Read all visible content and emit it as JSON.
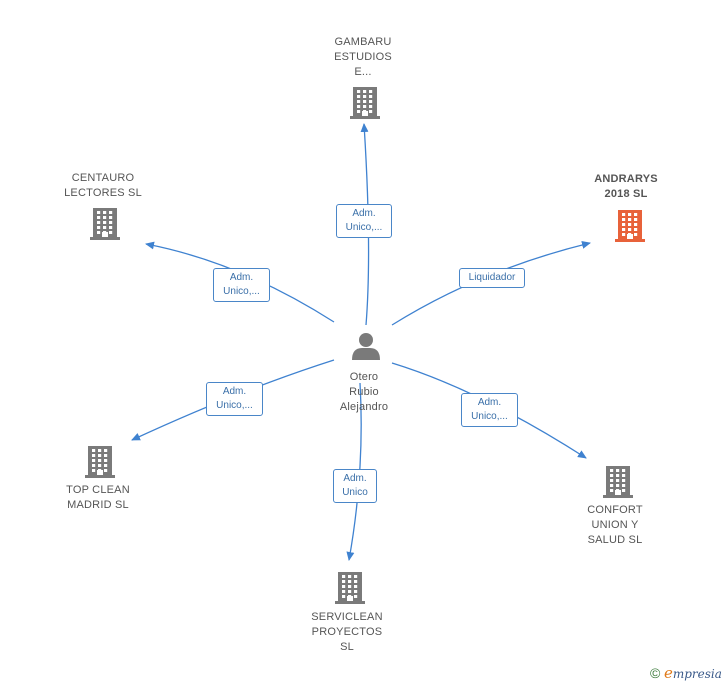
{
  "colors": {
    "edge": "#3f82d0",
    "building": "#7a7a7a",
    "building_highlight": "#e8623a",
    "person": "#7a7a7a"
  },
  "center": {
    "label": "Otero\nRubio\nAlejandro",
    "icon": "person-icon"
  },
  "nodes": [
    {
      "id": "gambaru",
      "label": "GAMBARU\nESTUDIOS\nE...",
      "icon": "building-icon",
      "highlight": false
    },
    {
      "id": "centauro",
      "label": "CENTAURO\nLECTORES  SL",
      "icon": "building-icon",
      "highlight": false
    },
    {
      "id": "andrarys",
      "label": "ANDRARYS\n2018  SL",
      "icon": "building-icon",
      "highlight": true
    },
    {
      "id": "topclean",
      "label": "TOP CLEAN\nMADRID  SL",
      "icon": "building-icon",
      "highlight": false
    },
    {
      "id": "serviclean",
      "label": "SERVICLEAN\nPROYECTOS\nSL",
      "icon": "building-icon",
      "highlight": false
    },
    {
      "id": "confort",
      "label": "CONFORT\nUNION Y\nSALUD  SL",
      "icon": "building-icon",
      "highlight": false
    }
  ],
  "edges": [
    {
      "to": "gambaru",
      "label": "Adm.\nUnico,..."
    },
    {
      "to": "centauro",
      "label": "Adm.\nUnico,..."
    },
    {
      "to": "andrarys",
      "label": "Liquidador"
    },
    {
      "to": "topclean",
      "label": "Adm.\nUnico,..."
    },
    {
      "to": "serviclean",
      "label": "Adm.\nUnico"
    },
    {
      "to": "confort",
      "label": "Adm.\nUnico,..."
    }
  ],
  "footer": {
    "copyright_symbol": "©",
    "brand_initial": "e",
    "brand_rest": "mpresia"
  }
}
